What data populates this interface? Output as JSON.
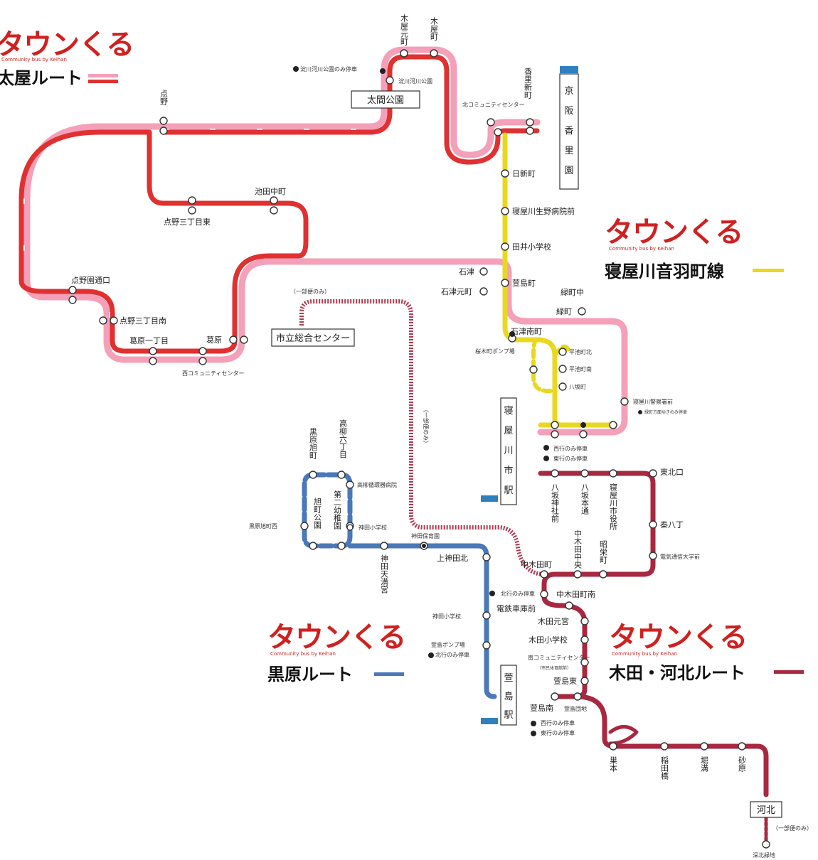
{
  "routes": {
    "tawara": {
      "brand": "タウンくる",
      "brand_sub": "Community bus by Keihan",
      "name": "太屋ルート",
      "color": "#e03030",
      "color2": "#f4a0b8"
    },
    "otowa": {
      "brand": "タウンくる",
      "brand_sub": "Community bus by Keihan",
      "name": "寝屋川音羽町線",
      "color": "#e8d820"
    },
    "kurohara": {
      "brand": "タウンくる",
      "brand_sub": "Community bus by Keihan",
      "name": "黒原ルート",
      "color": "#4a78b8"
    },
    "kida": {
      "brand": "タウンくる",
      "brand_sub": "Community bus by Keihan",
      "name": "木田・河北ルート",
      "color": "#a82840"
    }
  },
  "places": {
    "taimagoen": "太間公園",
    "kourizono": [
      "京",
      "阪",
      "香",
      "里",
      "園"
    ],
    "shiritsu": "市立総合センター",
    "neyagawashi": [
      "寝",
      "屋",
      "川",
      "市",
      "駅"
    ],
    "kayashima": [
      "萱",
      "島",
      "駅"
    ],
    "kawakita": "河北",
    "shiritsu_note": "（一部便のみ）",
    "kawakita_note": "（一部便のみ）",
    "middle_note": "（一部便のみ）"
  },
  "stations": {
    "kiyamotomachi": "木屋元町",
    "kiyamachi": "木屋町",
    "kourinshin": "香里新町",
    "shimeno": "点野",
    "yodogawa": "淀川河川公園",
    "yodo_note": "淀川河川公園のみ停車",
    "kita_comm": "北コミュニティセンター",
    "hishikara": "日新町",
    "seijin": "寝屋川生野病院前",
    "tai_sho": "田井小学校",
    "kaya_cho": "萱島町",
    "ikeda_naka": "池田中町",
    "shimeno3": "点野三丁目東",
    "shimeno_gate": "点野園通口",
    "shimeno3s": "点野三丁目南",
    "kayahara1": "葛原一丁目",
    "kayahara": "葛原",
    "nishi_comm": "西コミュニティセンター",
    "ishizu": "石津",
    "ishizu_moto": "石津元町",
    "midorimachi": "緑町",
    "midori_naka": "緑町中",
    "ishizu_minami": "石津南町",
    "sakaki_pump": "桜木町ポンプ場",
    "heiji_kita": "平池町北",
    "heiji_minami": "平池町南",
    "hachiban": "八坂町",
    "neya_police": "寝屋川警察署前",
    "neya_police_note": "緑町方面ゆきのみ停車",
    "west_only": "西行のみ停車",
    "east_only": "東行のみ停車",
    "yasaka_jinja": "八坂神社前",
    "yasaka_hon": "八坂本通",
    "neya_city": "寝屋川市役所",
    "tohoku": "東北口",
    "hata8": "秦八丁",
    "denki": "電気通信大学前",
    "kuro_asahi": "黒原旭町",
    "takagi6": "高柳六丁目",
    "takagi_hospital": "高柳循環器病院",
    "asahi_park": "旭町公園",
    "kuro_asahi_west": "黒原旭町西",
    "daini_yochien": "第二幼稚園",
    "kounda_sho": "神田小学校",
    "kounda_hoiku": "神田保育園",
    "kounda_kita": "上神田北",
    "kounda_tenman": "神田天満宮",
    "kida_naka": "中木田中央",
    "showa": "昭栄町",
    "nakakida": "中木田町",
    "nakakida_minami": "中木田町南",
    "densha": "電鉄車庫前",
    "north_only": "北行のみ停車",
    "kida_moto": "木田元宮",
    "kida_sho": "木田小学校",
    "minami_comm": "南コミュニティセンター",
    "minami_comm_note": "（市民体育館前）",
    "kaya_higashi": "萱島東",
    "kaya_minami": "萱島南",
    "kaya_danchi": "萱島団地",
    "kounda_sho2": "神田小学校",
    "kaya_pump": "萱島ポンプ場",
    "kaya_pump_note": "北行のみ停車",
    "sumimoto": "巣本",
    "inamoto": "稲田橋",
    "sakuragi": "堀溝",
    "minamiiwa": "砂原",
    "kawakita_ryokuchi": "深北緑地"
  }
}
